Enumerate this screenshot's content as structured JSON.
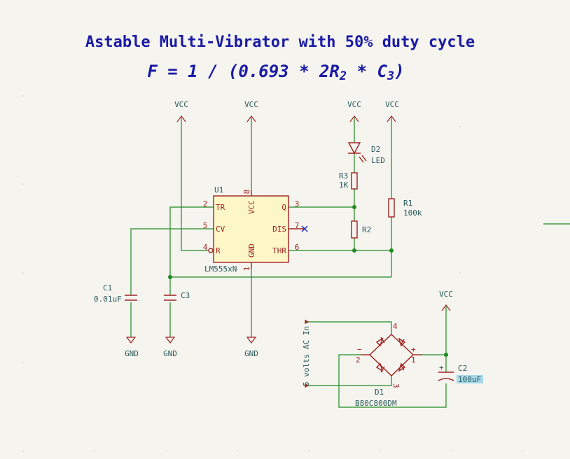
{
  "title": {
    "line1": "Astable Multi-Vibrator with 50% duty cycle",
    "line2_prefix": "F = 1 / (0.693 * 2R",
    "line2_sub1": "2",
    "line2_mid": " * C",
    "line2_sub2": "3",
    "line2_suffix": ")"
  },
  "power": {
    "vcc": "VCC",
    "gnd": "GND"
  },
  "u1": {
    "ref": "U1",
    "value": "LM555xN",
    "pins": {
      "tr_num": "2",
      "tr_name": "TR",
      "cv_num": "5",
      "cv_name": "CV",
      "r_num": "4",
      "r_name": "R",
      "vcc_num": "8",
      "vcc_name": "VCC",
      "gnd_num": "1",
      "gnd_name": "GND",
      "q_num": "3",
      "q_name": "Q",
      "dis_num": "7",
      "dis_name": "DIS",
      "thr_num": "6",
      "thr_name": "THR"
    }
  },
  "d2": {
    "ref": "D2",
    "value": "LED"
  },
  "r3": {
    "ref": "R3",
    "value": "1K"
  },
  "r2": {
    "ref": "R2"
  },
  "r1": {
    "ref": "R1",
    "value": "100k"
  },
  "c1": {
    "ref": "C1",
    "value": "0.01uF"
  },
  "c3": {
    "ref": "C3"
  },
  "c2": {
    "ref": "C2",
    "value": "100uF",
    "plus": "+"
  },
  "d1": {
    "ref": "D1",
    "value": "B80C800DM",
    "pin1": "1",
    "pin2": "2",
    "pin3": "3",
    "pin4": "4",
    "plus": "+",
    "minus": "−"
  },
  "ac_label": "5 volts AC In"
}
